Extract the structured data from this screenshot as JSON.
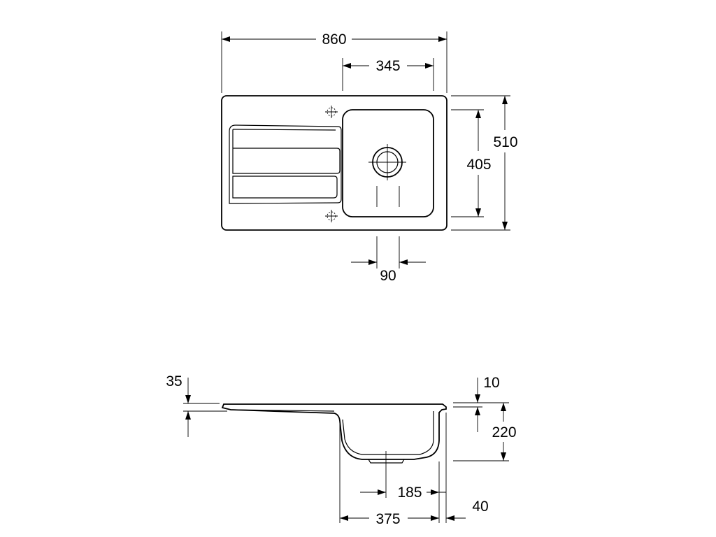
{
  "top_view": {
    "overall_width": "860",
    "bowl_width": "345",
    "overall_depth": "510",
    "bowl_depth": "405",
    "waste_offset": "90"
  },
  "side_view": {
    "drainer_step": "35",
    "rim_thickness": "10",
    "bowl_depth": "220",
    "waste_position": "185",
    "bowl_length": "375",
    "end_margin": "40"
  }
}
